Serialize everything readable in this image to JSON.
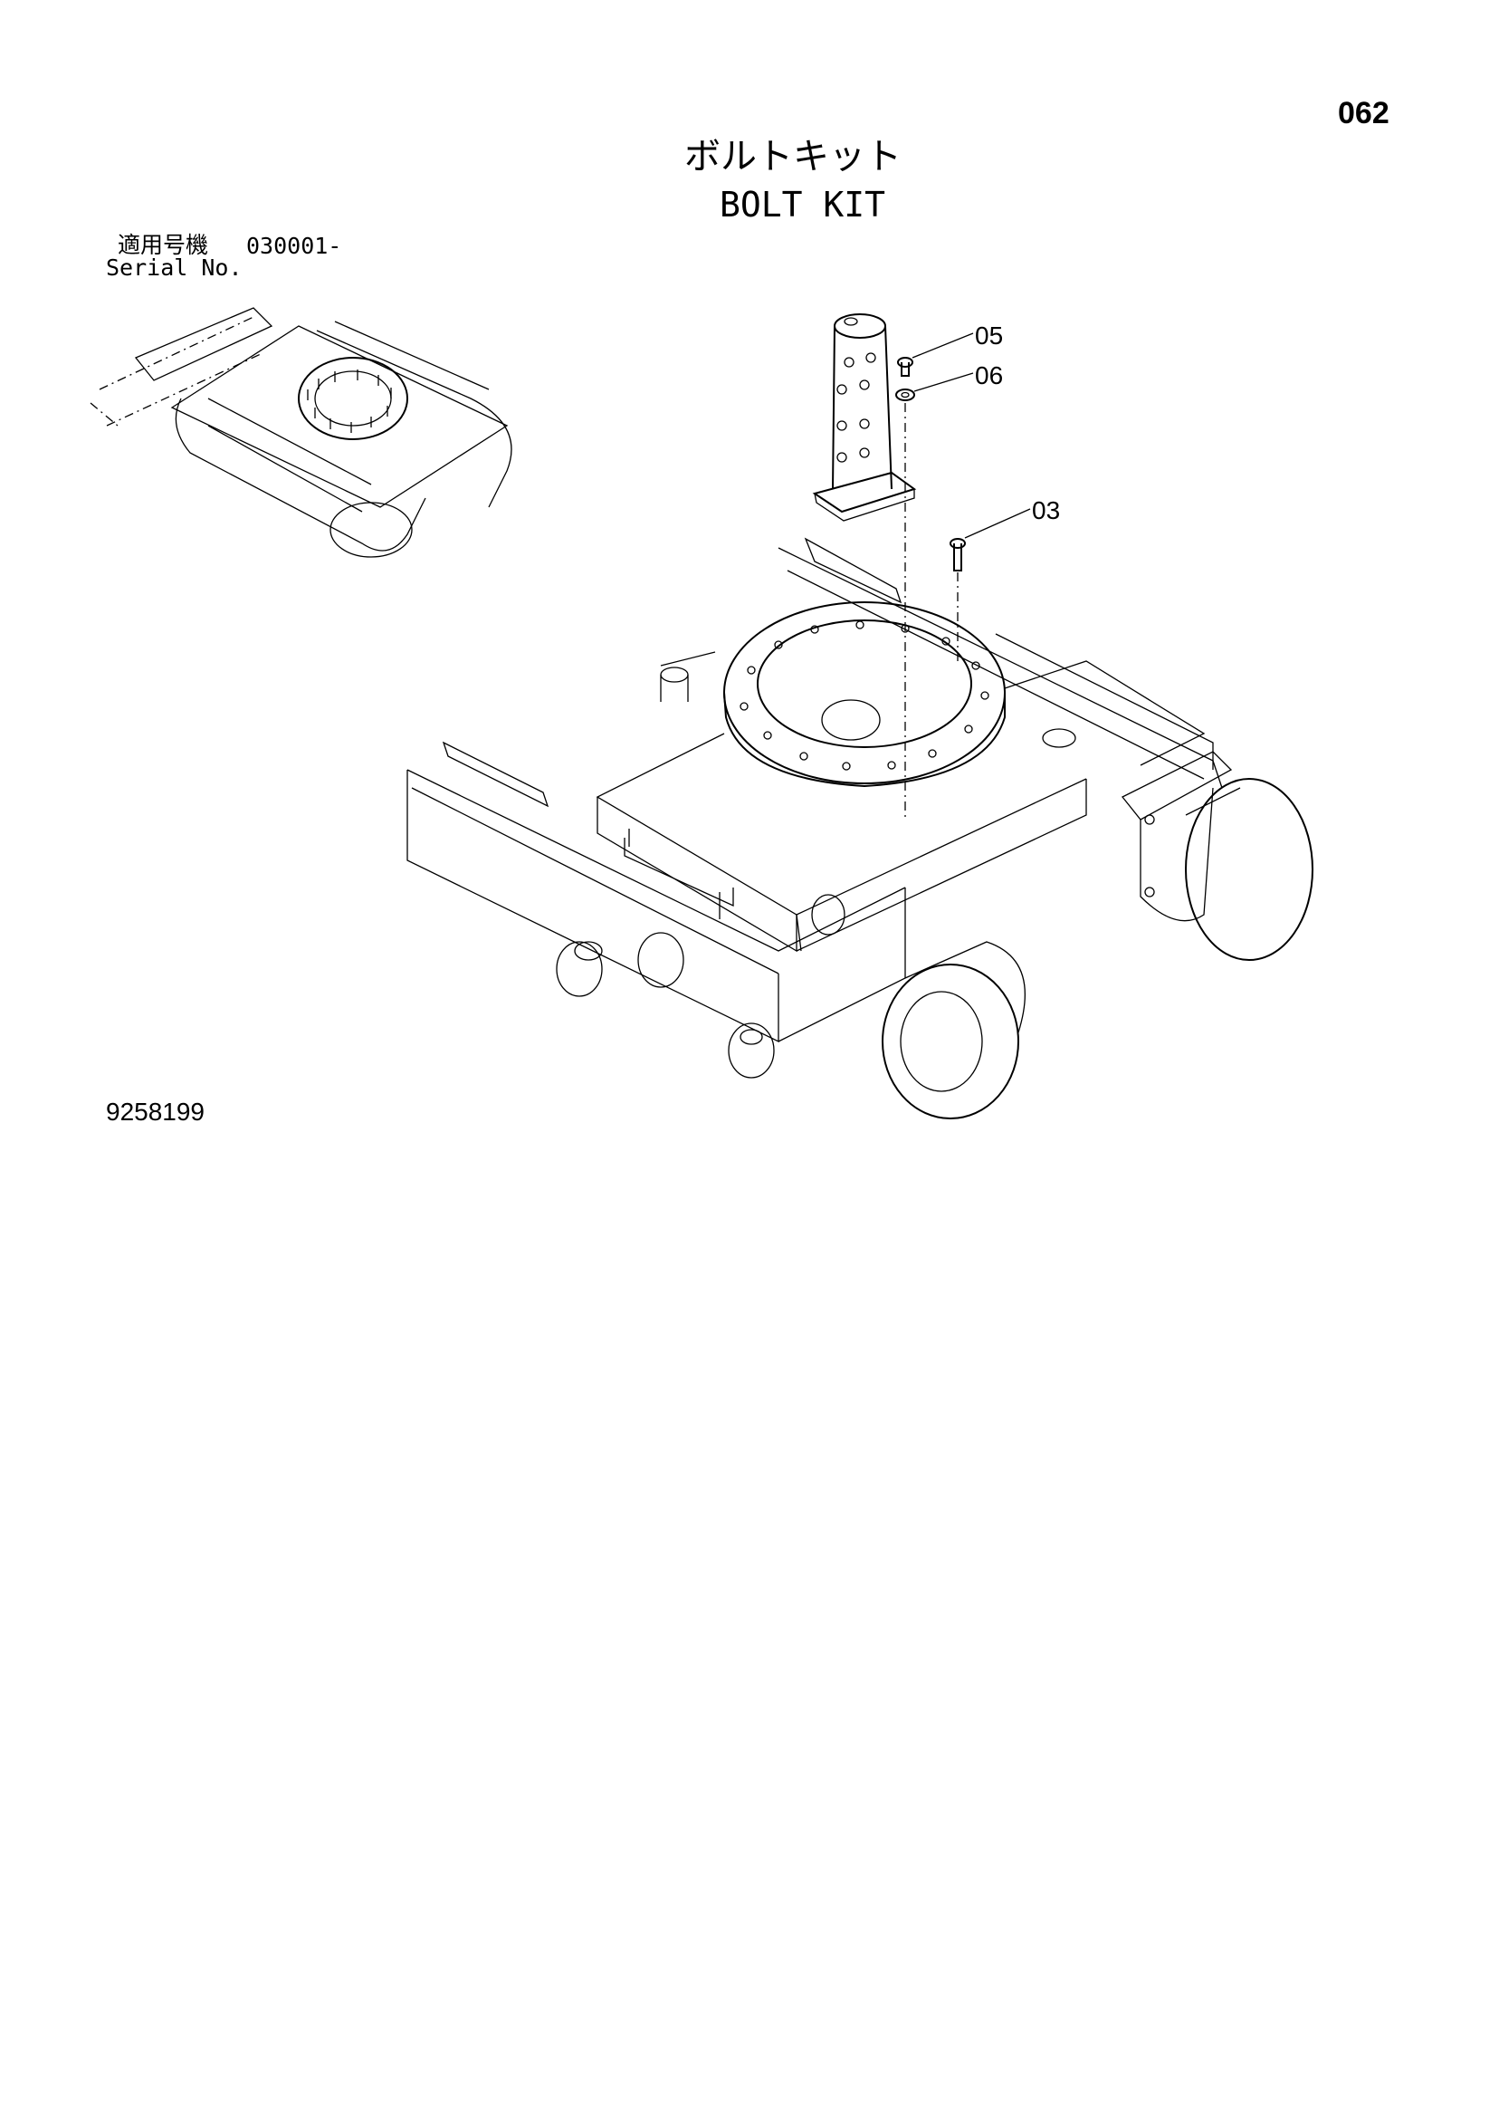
{
  "page": {
    "number": "062"
  },
  "title": {
    "japanese": "ボルトキット",
    "english": "BOLT KIT"
  },
  "serial": {
    "label_jp": "適用号機",
    "value": "030001-",
    "label_en": "Serial No."
  },
  "callouts": [
    "05",
    "06",
    "03"
  ],
  "drawing_number": "9258199"
}
